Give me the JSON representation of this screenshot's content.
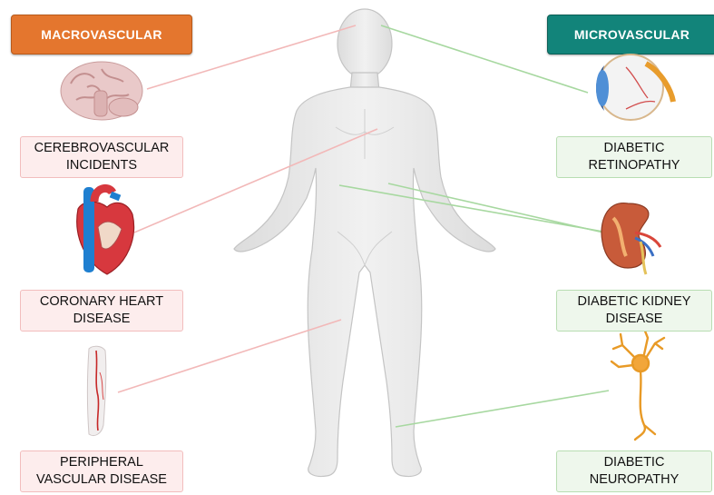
{
  "headers": {
    "macro": "MACROVASCULAR",
    "micro": "MICROVASCULAR"
  },
  "macro_items": [
    {
      "line1": "CEREBROVASCULAR",
      "line2": "INCIDENTS",
      "icon": "brain-icon"
    },
    {
      "line1": "CORONARY HEART",
      "line2": "DISEASE",
      "icon": "heart-icon"
    },
    {
      "line1": "PERIPHERAL",
      "line2": "VASCULAR DISEASE",
      "icon": "leg-vessels-icon"
    }
  ],
  "micro_items": [
    {
      "line1": "DIABETIC",
      "line2": "RETINOPATHY",
      "icon": "eye-icon"
    },
    {
      "line1": "DIABETIC KIDNEY",
      "line2": "DISEASE",
      "icon": "kidney-icon"
    },
    {
      "line1": "DIABETIC",
      "line2": "NEUROPATHY",
      "icon": "neuron-icon"
    }
  ],
  "colors": {
    "macro_header": "#E4762E",
    "micro_header": "#12847A",
    "macro_label_bg": "#FDEDED",
    "micro_label_bg": "#EEF7EC",
    "macro_connector": "#F2B8B8",
    "micro_connector": "#A7D8A0",
    "body_fill": "#EDEDED"
  }
}
